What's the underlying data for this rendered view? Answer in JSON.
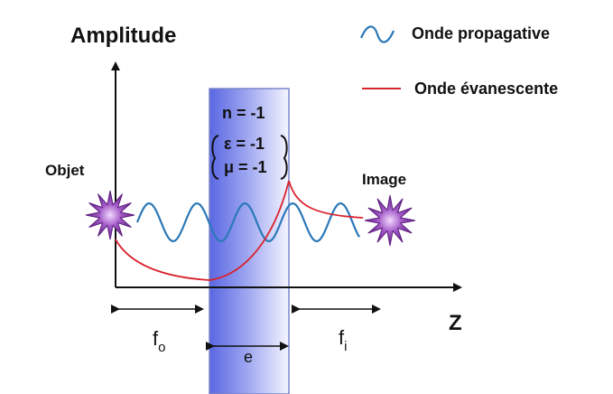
{
  "axes": {
    "y_label": "Amplitude",
    "x_label": "Z"
  },
  "legend": {
    "propagative": "Onde propagative",
    "evanescent": "Onde évanescente"
  },
  "slab": {
    "index": "n = -1",
    "epsilon": "ε = -1",
    "mu": "μ = -1",
    "thickness": "e"
  },
  "object_label": "Objet",
  "image_label": "Image",
  "distances": {
    "object_symbol": "f",
    "object_subscript": "o",
    "image_symbol": "f",
    "image_subscript": "i"
  },
  "colors": {
    "propagative_wave": "#2b78b8",
    "evanescent_wave": "#d9232e",
    "slab_edge": "#7a86c8",
    "slab_fill_center": "#5a67e2",
    "star": "#7a2f9b",
    "axis": "#111111"
  },
  "icons": {
    "object_source": "purple-starburst-icon",
    "image_source": "purple-starburst-icon"
  }
}
